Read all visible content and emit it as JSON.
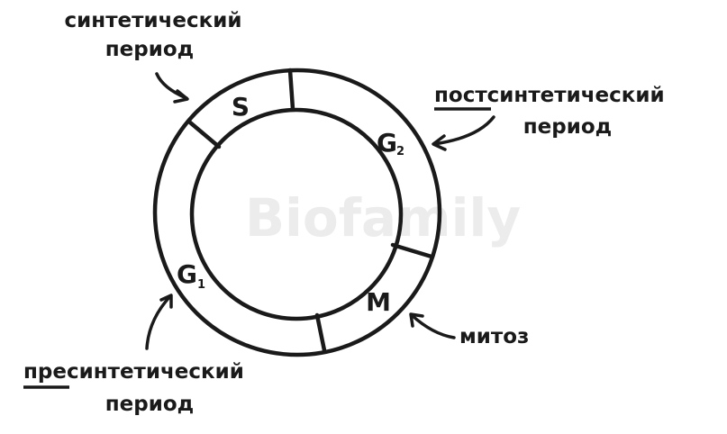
{
  "watermark": "Biofamily",
  "phases": {
    "s": "S",
    "g2_letter": "G",
    "g2_sub": "2",
    "m": "M",
    "g1_letter": "G",
    "g1_sub": "1"
  },
  "labels": {
    "synthetic_line1": "синтетический",
    "synthetic_line2": "период",
    "postsynthetic_prefix": "пост",
    "postsynthetic_rest": "синтетический",
    "postsynthetic_line2": "период",
    "mitosis": "митоз",
    "presynthetic_prefix": "пре",
    "presynthetic_rest": "синтетический",
    "presynthetic_line2": "период"
  }
}
